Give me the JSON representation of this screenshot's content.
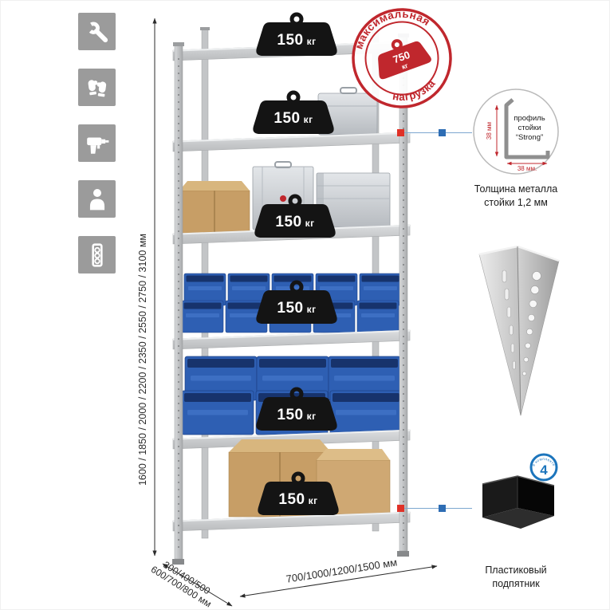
{
  "icons": {
    "tiles": [
      "wrench-icon",
      "gloves-icon",
      "drill-icon",
      "person-icon",
      "level-icon"
    ]
  },
  "rack": {
    "weights": [
      {
        "value": "150",
        "unit": "кг"
      },
      {
        "value": "150",
        "unit": "кг"
      },
      {
        "value": "150",
        "unit": "кг"
      },
      {
        "value": "150",
        "unit": "кг"
      },
      {
        "value": "150",
        "unit": "кг"
      },
      {
        "value": "150",
        "unit": "кг"
      }
    ]
  },
  "stamp": {
    "line1": "максимальная",
    "line2": "нагрузка",
    "value": "750",
    "unit": "кг"
  },
  "profile_detail": {
    "dim_vertical": "38 мм",
    "dim_horizontal": "38 мм.",
    "label_line1": "профиль",
    "label_line2": "стойки",
    "label_line3": "“Strong”",
    "caption_line1": "Толщина металла",
    "caption_line2": "стойки 1,2 мм"
  },
  "foot_detail": {
    "badge_number": "4",
    "badge_ring_text": "в комплекте",
    "caption_line1": "Пластиковый",
    "caption_line2": "подпятник"
  },
  "dimensions": {
    "height": "1600 / 1850 / 2000 / 2200 / 2350 / 2550 / 2750 / 3100 мм",
    "depth_line1": "300/400/500",
    "depth_line2": "600/700/800 мм",
    "width": "700/1000/1200/1500 мм"
  },
  "colors": {
    "red": "#c0272d",
    "blue": "#1c75bc",
    "icon_bg": "#9b9b9b"
  }
}
